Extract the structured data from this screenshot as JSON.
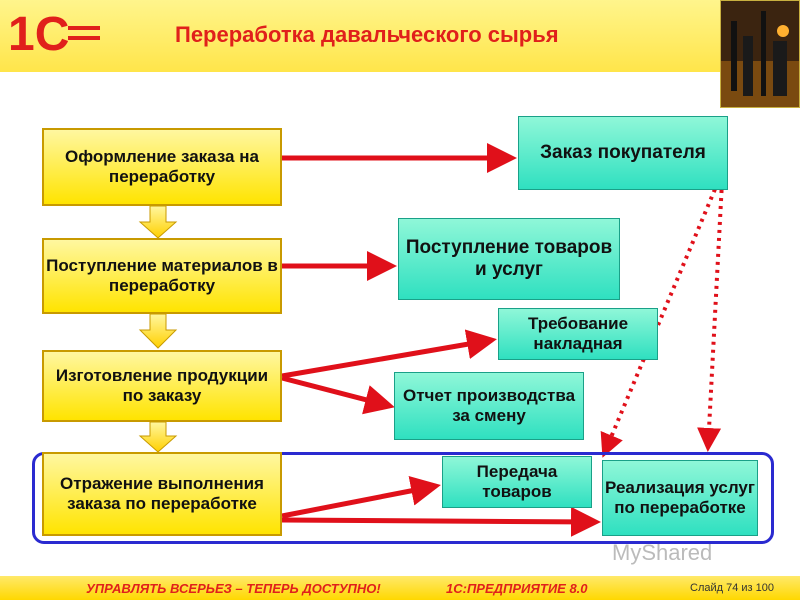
{
  "header": {
    "title": "Переработка давальческого сырья",
    "logo_text": "1С"
  },
  "left_boxes": [
    "Оформление заказа на переработку",
    "Поступление материалов в переработку",
    "Изготовление продукции по заказу",
    "Отражение выполнения заказа по переработке"
  ],
  "right_boxes": [
    "Заказ покупателя",
    "Поступление товаров и услуг",
    "Требование накладная",
    "Отчет производства за смену",
    "Передача товаров",
    "Реализация услуг по переработке"
  ],
  "footer": {
    "slogan": "УПРАВЛЯТЬ ВСЕРЬЕЗ – ТЕПЕРЬ ДОСТУПНО!",
    "product": "1С:ПРЕДПРИЯТИЕ 8.0",
    "slide": "Слайд 74 из 100"
  },
  "watermark": "MyShared",
  "colors": {
    "title": "#e0201b",
    "arrow": "#e0101a",
    "frame": "#2a2ad0",
    "yellow": "#ffe400",
    "green": "#2fe0c0"
  }
}
